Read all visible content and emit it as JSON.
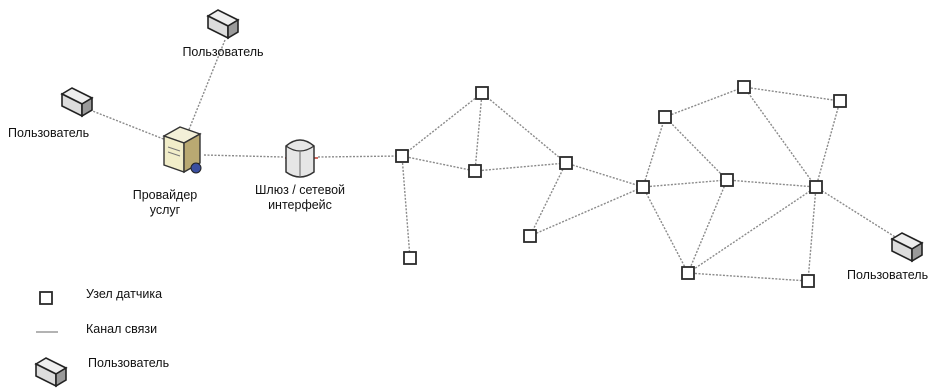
{
  "labels": {
    "user_top": "Пользователь",
    "user_left": "Пользователь",
    "user_right": "Пользователь",
    "provider": "Провайдер\nуслуг",
    "gateway": "Шлюз / сетевой\nинтерфейс"
  },
  "legend": {
    "sensor_node": "Узел датчика",
    "link": "Канал связи",
    "user": "Пользователь"
  },
  "icons": {
    "sensor": "sensor-node-icon",
    "user": "user-terminal-icon",
    "provider": "server-icon",
    "gateway": "gateway-server-icon"
  }
}
